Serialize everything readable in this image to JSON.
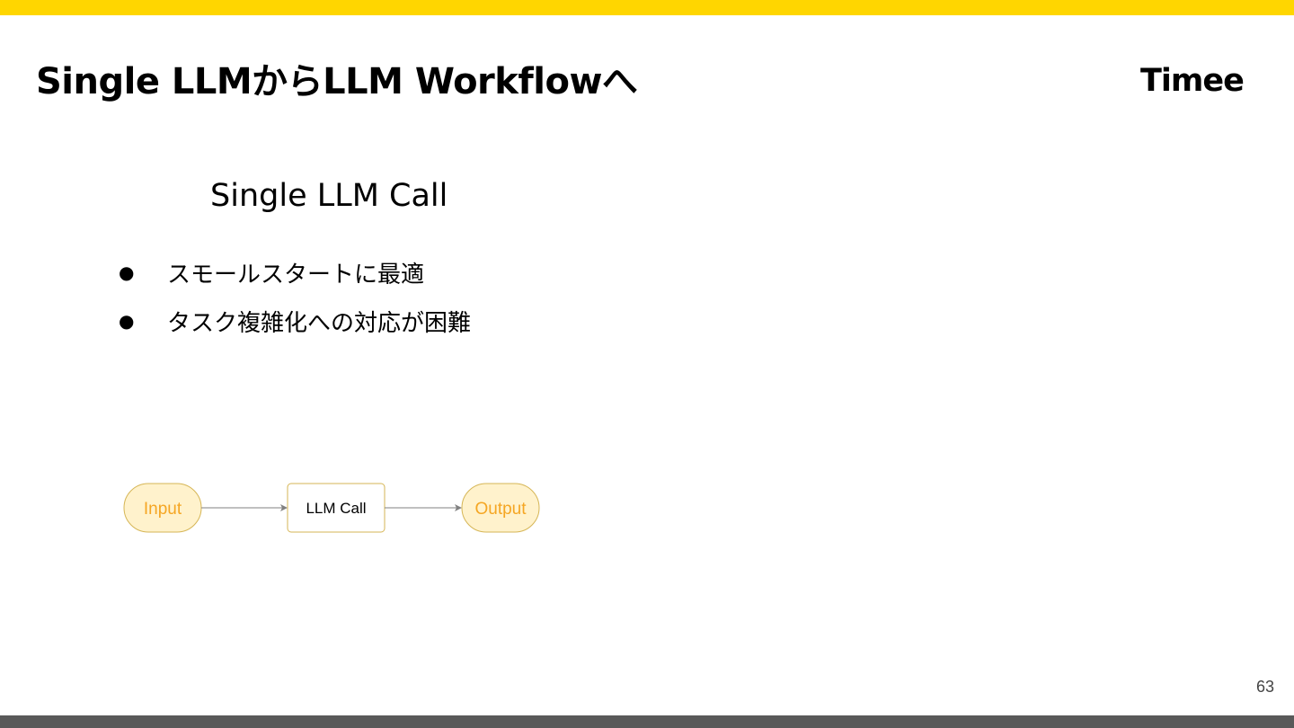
{
  "slide": {
    "title": "Single LLMからLLM Workflowへ",
    "logo": "Timee",
    "subtitle": "Single LLM Call",
    "bullets": [
      "スモールスタートに最適",
      "タスク複雑化への対応が困難"
    ],
    "page_number": "63"
  },
  "diagram": {
    "nodes": {
      "input": "Input",
      "llm_call": "LLM Call",
      "output": "Output"
    }
  },
  "colors": {
    "accent_bar": "#FFD600",
    "footer_bar": "#595959",
    "terminal_fill": "#FFF2CC",
    "terminal_stroke": "#D6B656",
    "terminal_text": "#F5A623",
    "arrow": "#808080"
  }
}
